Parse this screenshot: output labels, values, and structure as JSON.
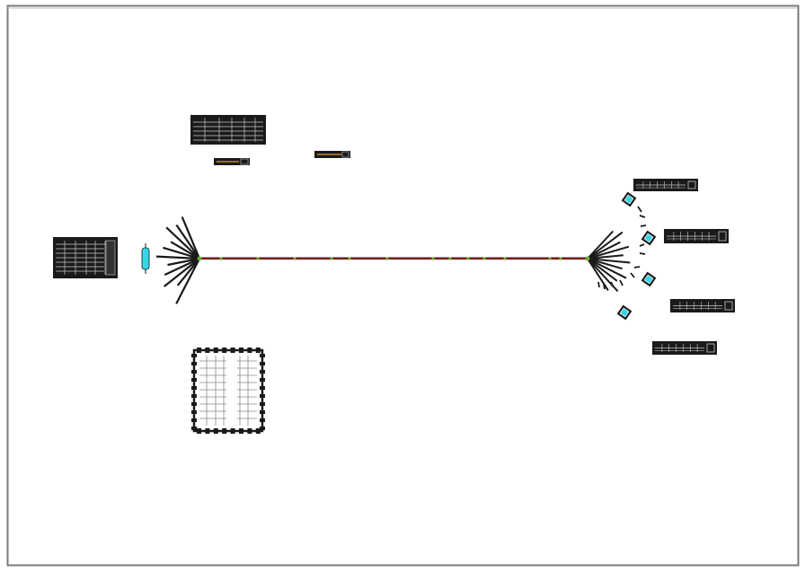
{
  "colors": {
    "background": "#ffffff",
    "frame": "#7a7a7a",
    "block": "#1a1a1a",
    "cable": "#8a1a1a",
    "accent_cyan": "#34d6e8",
    "node_green": "#6fae3a",
    "label_orange": "#d8a030"
  },
  "drawing": {
    "type": "wire-harness-cad-drawing",
    "main_cable_splice_points": 13,
    "left_breakout_wires": 11,
    "right_breakout_wires": 11,
    "right_connectors": 4,
    "right_tables": 4,
    "tiny_labels": []
  }
}
